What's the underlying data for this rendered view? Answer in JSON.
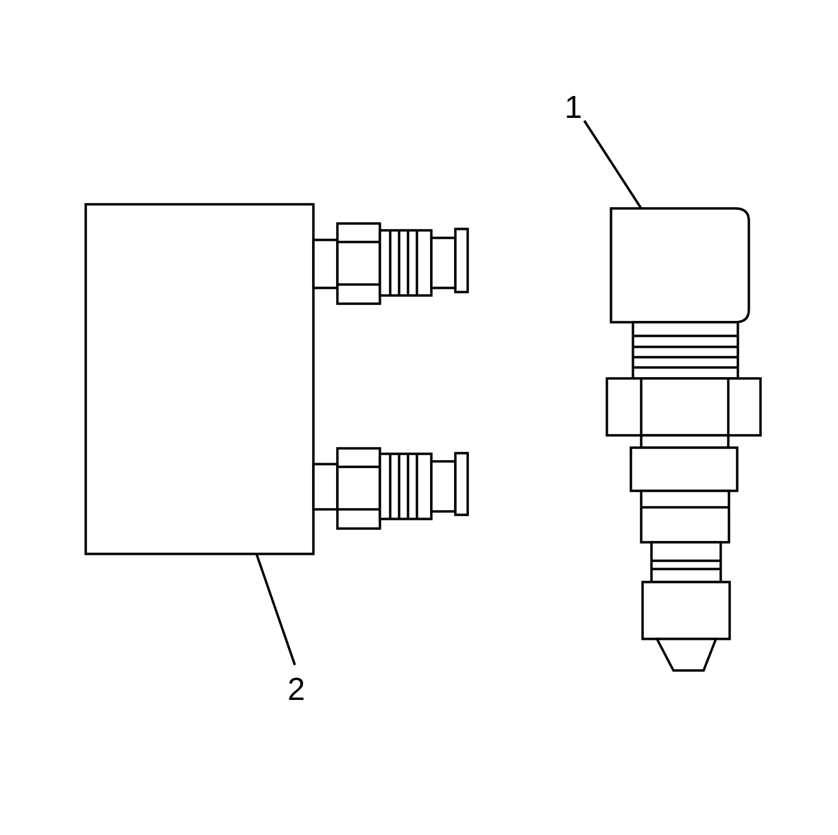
{
  "diagram": {
    "callouts": [
      {
        "id": "1",
        "label": "1",
        "target": "fitting"
      },
      {
        "id": "2",
        "label": "2",
        "target": "block"
      }
    ],
    "colors": {
      "line": "#000000",
      "background": "#ffffff"
    }
  }
}
